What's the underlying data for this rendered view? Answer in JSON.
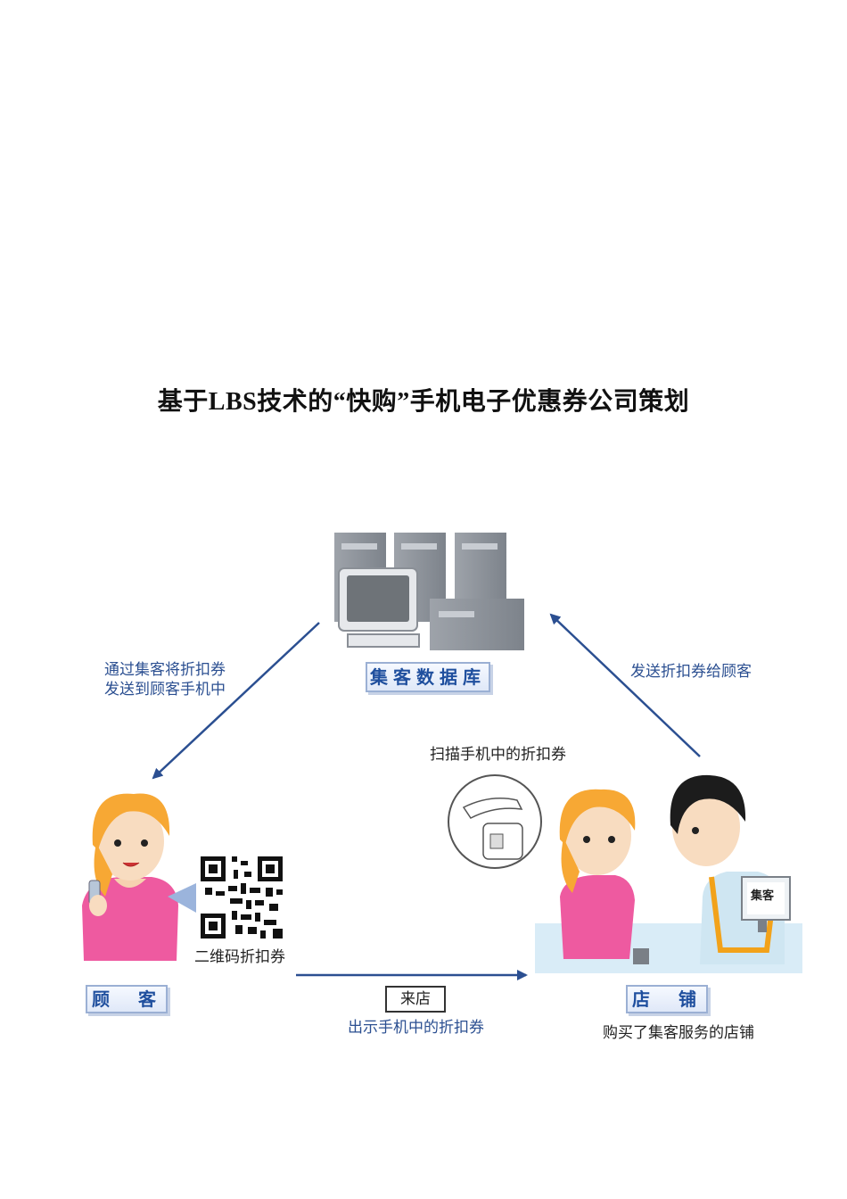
{
  "title": "基于LBS技术的“快购”手机电子优惠券公司策划",
  "diagram": {
    "database_label": "集客数据库",
    "customer_label": "顾  客",
    "store_label": "店  铺",
    "send_to_customer_line1": "通过集客将折扣券",
    "send_to_customer_line2": "发送到顾客手机中",
    "send_to_db": "发送折扣券给顾客",
    "scan_coupon": "扫描手机中的折扣券",
    "qr_label": "二维码折扣券",
    "come_store": "来店",
    "show_coupon": "出示手机中的折扣券",
    "store_caption": "购买了集客服务的店铺",
    "register_sign": "集客",
    "colors": {
      "arrow": "#2b4f91",
      "label_text": "#1f4f9e"
    }
  }
}
